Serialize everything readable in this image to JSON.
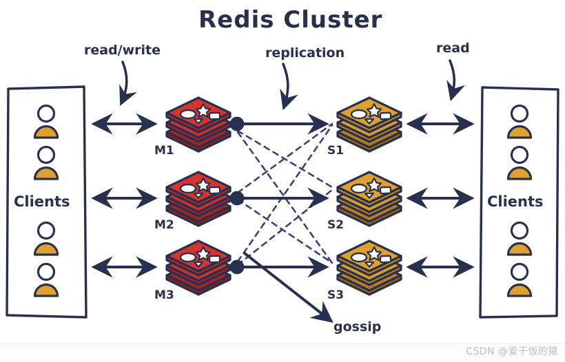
{
  "diagram": {
    "title": "Redis Cluster",
    "annotations": {
      "read_write": "read/write",
      "replication": "replication",
      "read": "read",
      "gossip": "gossip"
    },
    "left_panel": {
      "label": "Clients",
      "person_count": 4
    },
    "right_panel": {
      "label": "Clients",
      "person_count": 4
    },
    "masters": [
      {
        "id": "M1",
        "label": "M1",
        "role": "master"
      },
      {
        "id": "M2",
        "label": "M2",
        "role": "master"
      },
      {
        "id": "M3",
        "label": "M3",
        "role": "master"
      }
    ],
    "slaves": [
      {
        "id": "S1",
        "label": "S1",
        "role": "slave"
      },
      {
        "id": "S2",
        "label": "S2",
        "role": "slave"
      },
      {
        "id": "S3",
        "label": "S3",
        "role": "slave"
      }
    ],
    "colors": {
      "ink": "#27304f",
      "master_red": "#d0342c",
      "master_red_dark": "#a32420",
      "slave_orange": "#dfa12e",
      "slave_orange_dark": "#b87d1c",
      "client_orange": "#e0a030",
      "dashed_line": "#3d3f77",
      "background": "#ffffff",
      "watermark": "#b9bcc2"
    }
  },
  "watermark": {
    "text": "CSDN @爱干饭的猿"
  }
}
